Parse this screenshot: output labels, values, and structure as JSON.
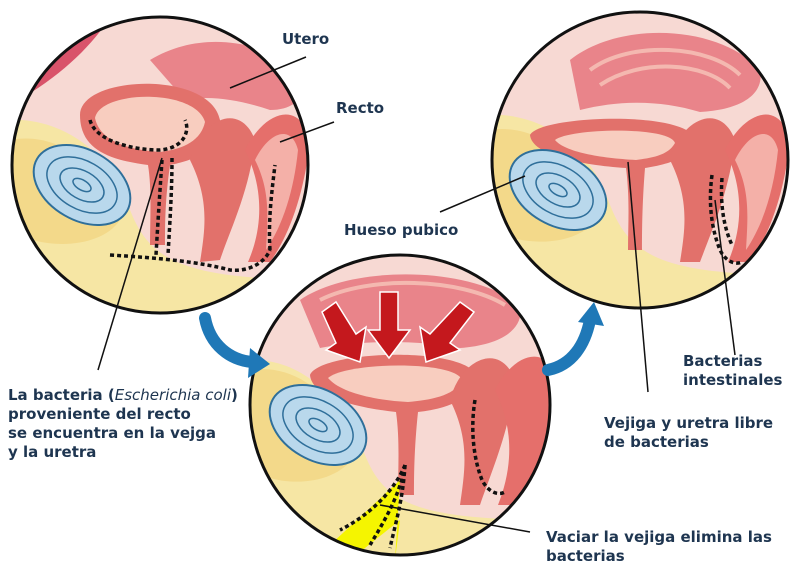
{
  "labels": {
    "utero": "Utero",
    "recto": "Recto",
    "hueso_pubico": "Hueso pubico",
    "bacteria_line1_pre": "La bacteria (",
    "bacteria_species": "Escherichia coli",
    "bacteria_line1_post": ")",
    "bacteria_line2": "proveniente del recto",
    "bacteria_line3": "se encuentra en la vejga",
    "bacteria_line4": "y la uretra",
    "bacterias_intestinales_1": "Bacterias",
    "bacterias_intestinales_2": "intestinales",
    "vejiga_libre_1": "Vejiga y uretra libre",
    "vejiga_libre_2": "de bacterias",
    "vaciar_1": "Vaciar la vejiga elimina las",
    "vaciar_2": "bacterias"
  },
  "colors": {
    "label_text": "#1e3550",
    "tissue_pink": "#f4b8b0",
    "tissue_red": "#e2716b",
    "fat_yellow": "#f6e6a4",
    "bone_blue": "#b9d8ec",
    "flow_arrow": "#1f78b7",
    "pressure_arrow": "#c4181d",
    "urine_yellow": "#f5f500"
  }
}
